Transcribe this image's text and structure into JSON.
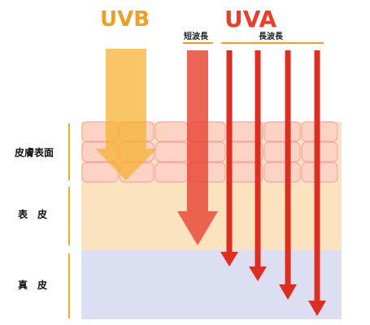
{
  "titles": {
    "uvb": "UVB",
    "uva": "UVA"
  },
  "sub_labels": {
    "short_wave": "短波長",
    "long_wave": "長波長"
  },
  "layers": {
    "skin_surface": "皮膚表面",
    "epidermis": "表　皮",
    "dermis": "真　皮"
  },
  "colors": {
    "uvb_accent": "#f0a020",
    "uva_accent": "#e8402a",
    "epidermis_fill": "#fbe3c0",
    "dermis_fill": "#dcdff2",
    "cell_stroke": "#f2a9a0",
    "cell_fill": "#fbd0c4",
    "bracket_line": "#f0b020"
  }
}
